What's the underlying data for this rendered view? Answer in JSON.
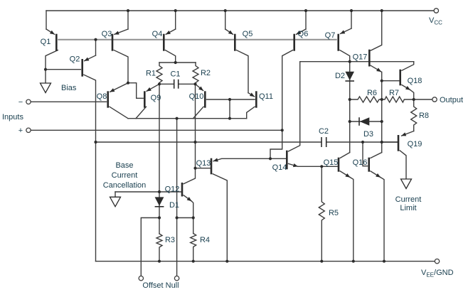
{
  "title": "Op-amp equivalent circuit schematic",
  "colors": {
    "background": "#ffffff",
    "wire": "#3d3d3d",
    "component": "#2b2b2b",
    "base_rail": "#909090",
    "label_text": "#1b4050"
  },
  "components": {
    "q1": "Q1",
    "q2": "Q2",
    "q3": "Q3",
    "q4": "Q4",
    "q5": "Q5",
    "q6": "Q6",
    "q7": "Q7",
    "q8": "Q8",
    "q9": "Q9",
    "q10": "Q10",
    "q11": "Q11",
    "q12": "Q12",
    "q13": "Q13",
    "q14": "Q14",
    "q15": "Q15",
    "q16": "Q16",
    "q17": "Q17",
    "q18": "Q18",
    "q19": "Q19",
    "r1": "R1",
    "r2": "R2",
    "r3": "R3",
    "r4": "R4",
    "r5": "R5",
    "r6": "R6",
    "r7": "R7",
    "r8": "R8",
    "c1": "C1",
    "c2": "C2",
    "d1": "D1",
    "d2": "D2",
    "d3": "D3"
  },
  "terminals": {
    "vcc": {
      "main": "V",
      "sub": "CC"
    },
    "vee": {
      "main": "V",
      "sub": "EE",
      "suffix": "/GND"
    },
    "output": "Output",
    "offset_null": "Offset Null",
    "inputs": "Inputs",
    "minus": "−",
    "plus": "+"
  },
  "annotations": {
    "bias": "Bias",
    "bcc": [
      "Base",
      "Current",
      "Cancellation"
    ],
    "current_limit": [
      "Current",
      "Limit"
    ]
  }
}
